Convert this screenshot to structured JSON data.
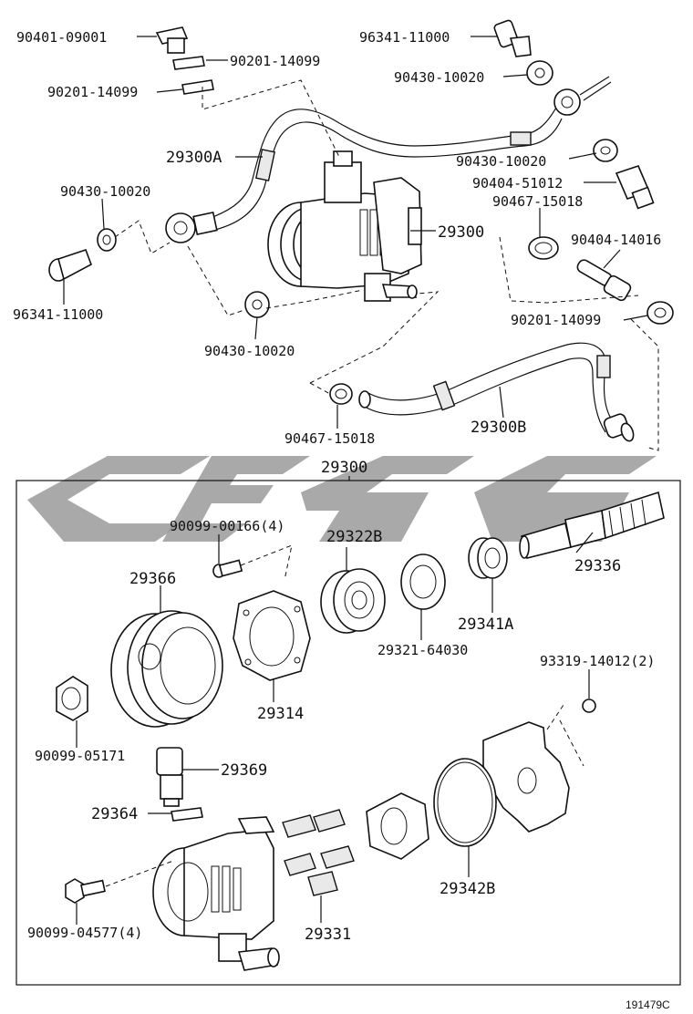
{
  "labels": {
    "p90401_09001": "90401-09001",
    "p90201_14099_a": "90201-14099",
    "p90201_14099_b": "90201-14099",
    "p96341_11000_a": "96341-11000",
    "p90430_10020_a": "90430-10020",
    "p29300A": "29300A",
    "p90430_10020_b": "90430-10020",
    "p90404_51012": "90404-51012",
    "p90467_15018_a": "90467-15018",
    "p90430_10020_c": "90430-10020",
    "p29300_top": "29300",
    "p90404_14016": "90404-14016",
    "p96341_11000_b": "96341-11000",
    "p90201_14099_c": "90201-14099",
    "p90430_10020_d": "90430-10020",
    "p90467_15018_b": "90467-15018",
    "p29300B": "29300B",
    "p29300_box": "29300",
    "p90099_00166": "90099-00166(4)",
    "p29322B": "29322B",
    "p29366": "29366",
    "p29336": "29336",
    "p29341A": "29341A",
    "p29321_64030": "29321-64030",
    "p29314": "29314",
    "p93319_14012": "93319-14012(2)",
    "p90099_05171": "90099-05171",
    "p29369": "29369",
    "p29364": "29364",
    "p29342B": "29342B",
    "p90099_04577": "90099-04577(4)",
    "p29331": "29331"
  },
  "figure_ref": "191479C",
  "colors": {
    "line": "#111111",
    "watermark": "#9a9a9a",
    "background": "#ffffff"
  }
}
